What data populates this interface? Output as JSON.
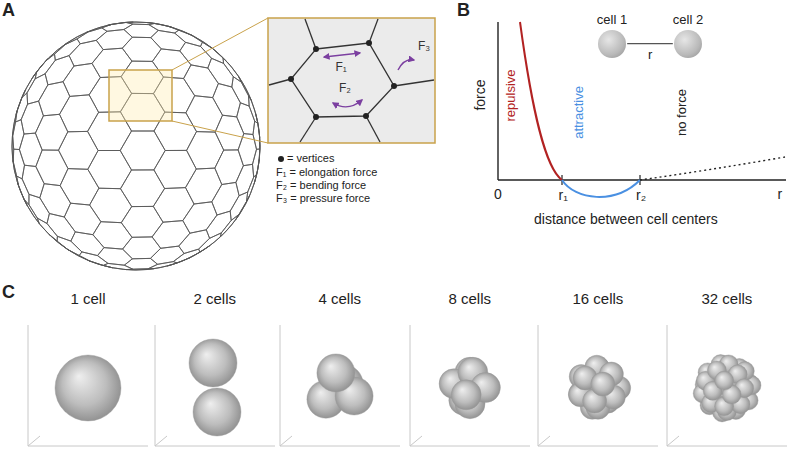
{
  "diagram": {
    "nodes": [
      {
        "text": [
          "cell 1"
        ]
      },
      {
        "text": [
          "cell 2"
        ]
      }
    ],
    "edges": [
      {
        "from": 0,
        "to": 1,
        "arrow": "none",
        "label": "r"
      }
    ],
    "labels": [
      "A",
      "F₁",
      "F₂",
      "F₃",
      "B",
      "force",
      "0",
      "r₁",
      "r₂",
      "r",
      "repulsive",
      "attractive",
      "no force",
      "distance between cell centers",
      "C",
      "1 cell",
      "2 cells",
      "4 cells",
      "8 cells",
      "16 cells",
      "32 cells"
    ],
    "legend": [
      {
        "text": "= vertices"
      },
      {
        "text": "F₁ = elongation force"
      },
      {
        "text": "F₂ = bending force"
      },
      {
        "text": "F₃ = pressure force"
      }
    ]
  }
}
